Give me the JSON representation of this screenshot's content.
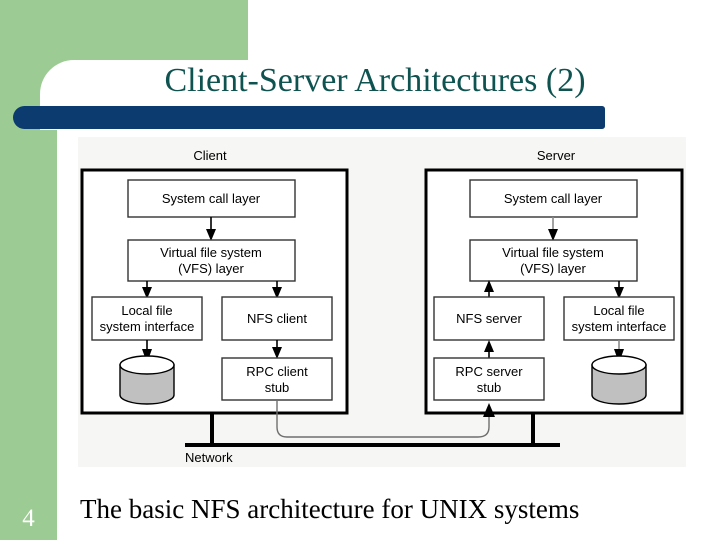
{
  "slide": {
    "title": "Client-Server Architectures (2)",
    "number": "4",
    "caption": "The basic NFS architecture for UNIX systems",
    "colors": {
      "green": "#9ccb93",
      "navy": "#0b3b6f",
      "title_teal": "#0e5350",
      "figure_background": "#f6f6f4",
      "cylinder_fill": "#c0c0c0",
      "box_stroke": "#000000"
    }
  },
  "figure": {
    "name": "nfs-architecture-diagram",
    "columns": [
      {
        "id": "client",
        "label": "Client"
      },
      {
        "id": "server",
        "label": "Server"
      }
    ],
    "client_boxes": [
      {
        "id": "system-call-layer",
        "lines": [
          "System call layer"
        ]
      },
      {
        "id": "virtual-file-system-layer",
        "lines": [
          "Virtual file system",
          "(VFS) layer"
        ]
      },
      {
        "id": "local-file-system-interface",
        "lines": [
          "Local file",
          "system interface"
        ]
      },
      {
        "id": "nfs-client",
        "lines": [
          "NFS client"
        ]
      },
      {
        "id": "rpc-client-stub",
        "lines": [
          "RPC client",
          "stub"
        ]
      }
    ],
    "server_boxes": [
      {
        "id": "system-call-layer",
        "lines": [
          "System call layer"
        ]
      },
      {
        "id": "virtual-file-system-layer",
        "lines": [
          "Virtual file system",
          "(VFS) layer"
        ]
      },
      {
        "id": "nfs-server",
        "lines": [
          "NFS server"
        ]
      },
      {
        "id": "local-file-system-interface",
        "lines": [
          "Local file",
          "system interface"
        ]
      },
      {
        "id": "rpc-server-stub",
        "lines": [
          "RPC server",
          "stub"
        ]
      }
    ],
    "disks": [
      {
        "id": "client-local-disk"
      },
      {
        "id": "server-local-disk"
      }
    ],
    "network_label": "Network",
    "text": {
      "client": "Client",
      "server": "Server",
      "system_call_layer": "System call layer",
      "vfs_line1": "Virtual file system",
      "vfs_line2": "(VFS) layer",
      "local_fs_line1": "Local file",
      "local_fs_line2": "system interface",
      "nfs_client": "NFS client",
      "nfs_server": "NFS server",
      "rpc_client_line1": "RPC client",
      "rpc_client_line2": "stub",
      "rpc_server_line1": "RPC server",
      "rpc_server_line2": "stub",
      "network": "Network"
    }
  }
}
